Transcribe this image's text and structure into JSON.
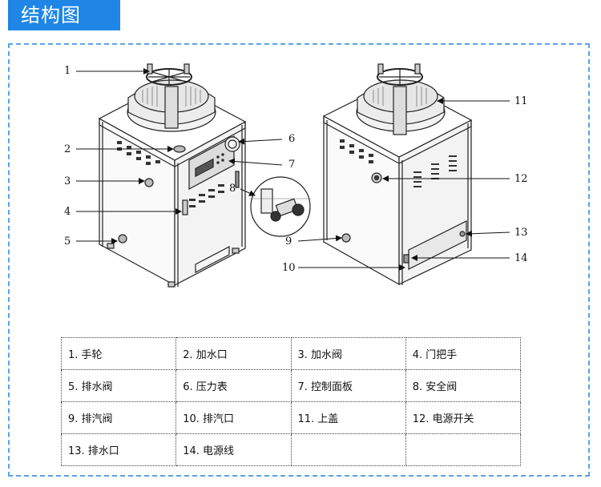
{
  "header": {
    "title": "结构图"
  },
  "callouts": {
    "c1": "1",
    "c2": "2",
    "c3": "3",
    "c4": "4",
    "c5": "5",
    "c6": "6",
    "c7": "7",
    "c8": "8",
    "c9": "9",
    "c10": "10",
    "c11": "11",
    "c12": "12",
    "c13": "13",
    "c14": "14"
  },
  "parts_table": [
    [
      "1. 手轮",
      "2. 加水口",
      "3. 加水阀",
      "4. 门把手"
    ],
    [
      "5. 排水阀",
      "6. 压力表",
      "7. 控制面板",
      "8. 安全阀"
    ],
    [
      "9. 排汽阀",
      "10. 排汽口",
      "11. 上盖",
      "12. 电源开关"
    ],
    [
      "13. 排水口",
      "14. 电源线",
      "",
      ""
    ]
  ]
}
